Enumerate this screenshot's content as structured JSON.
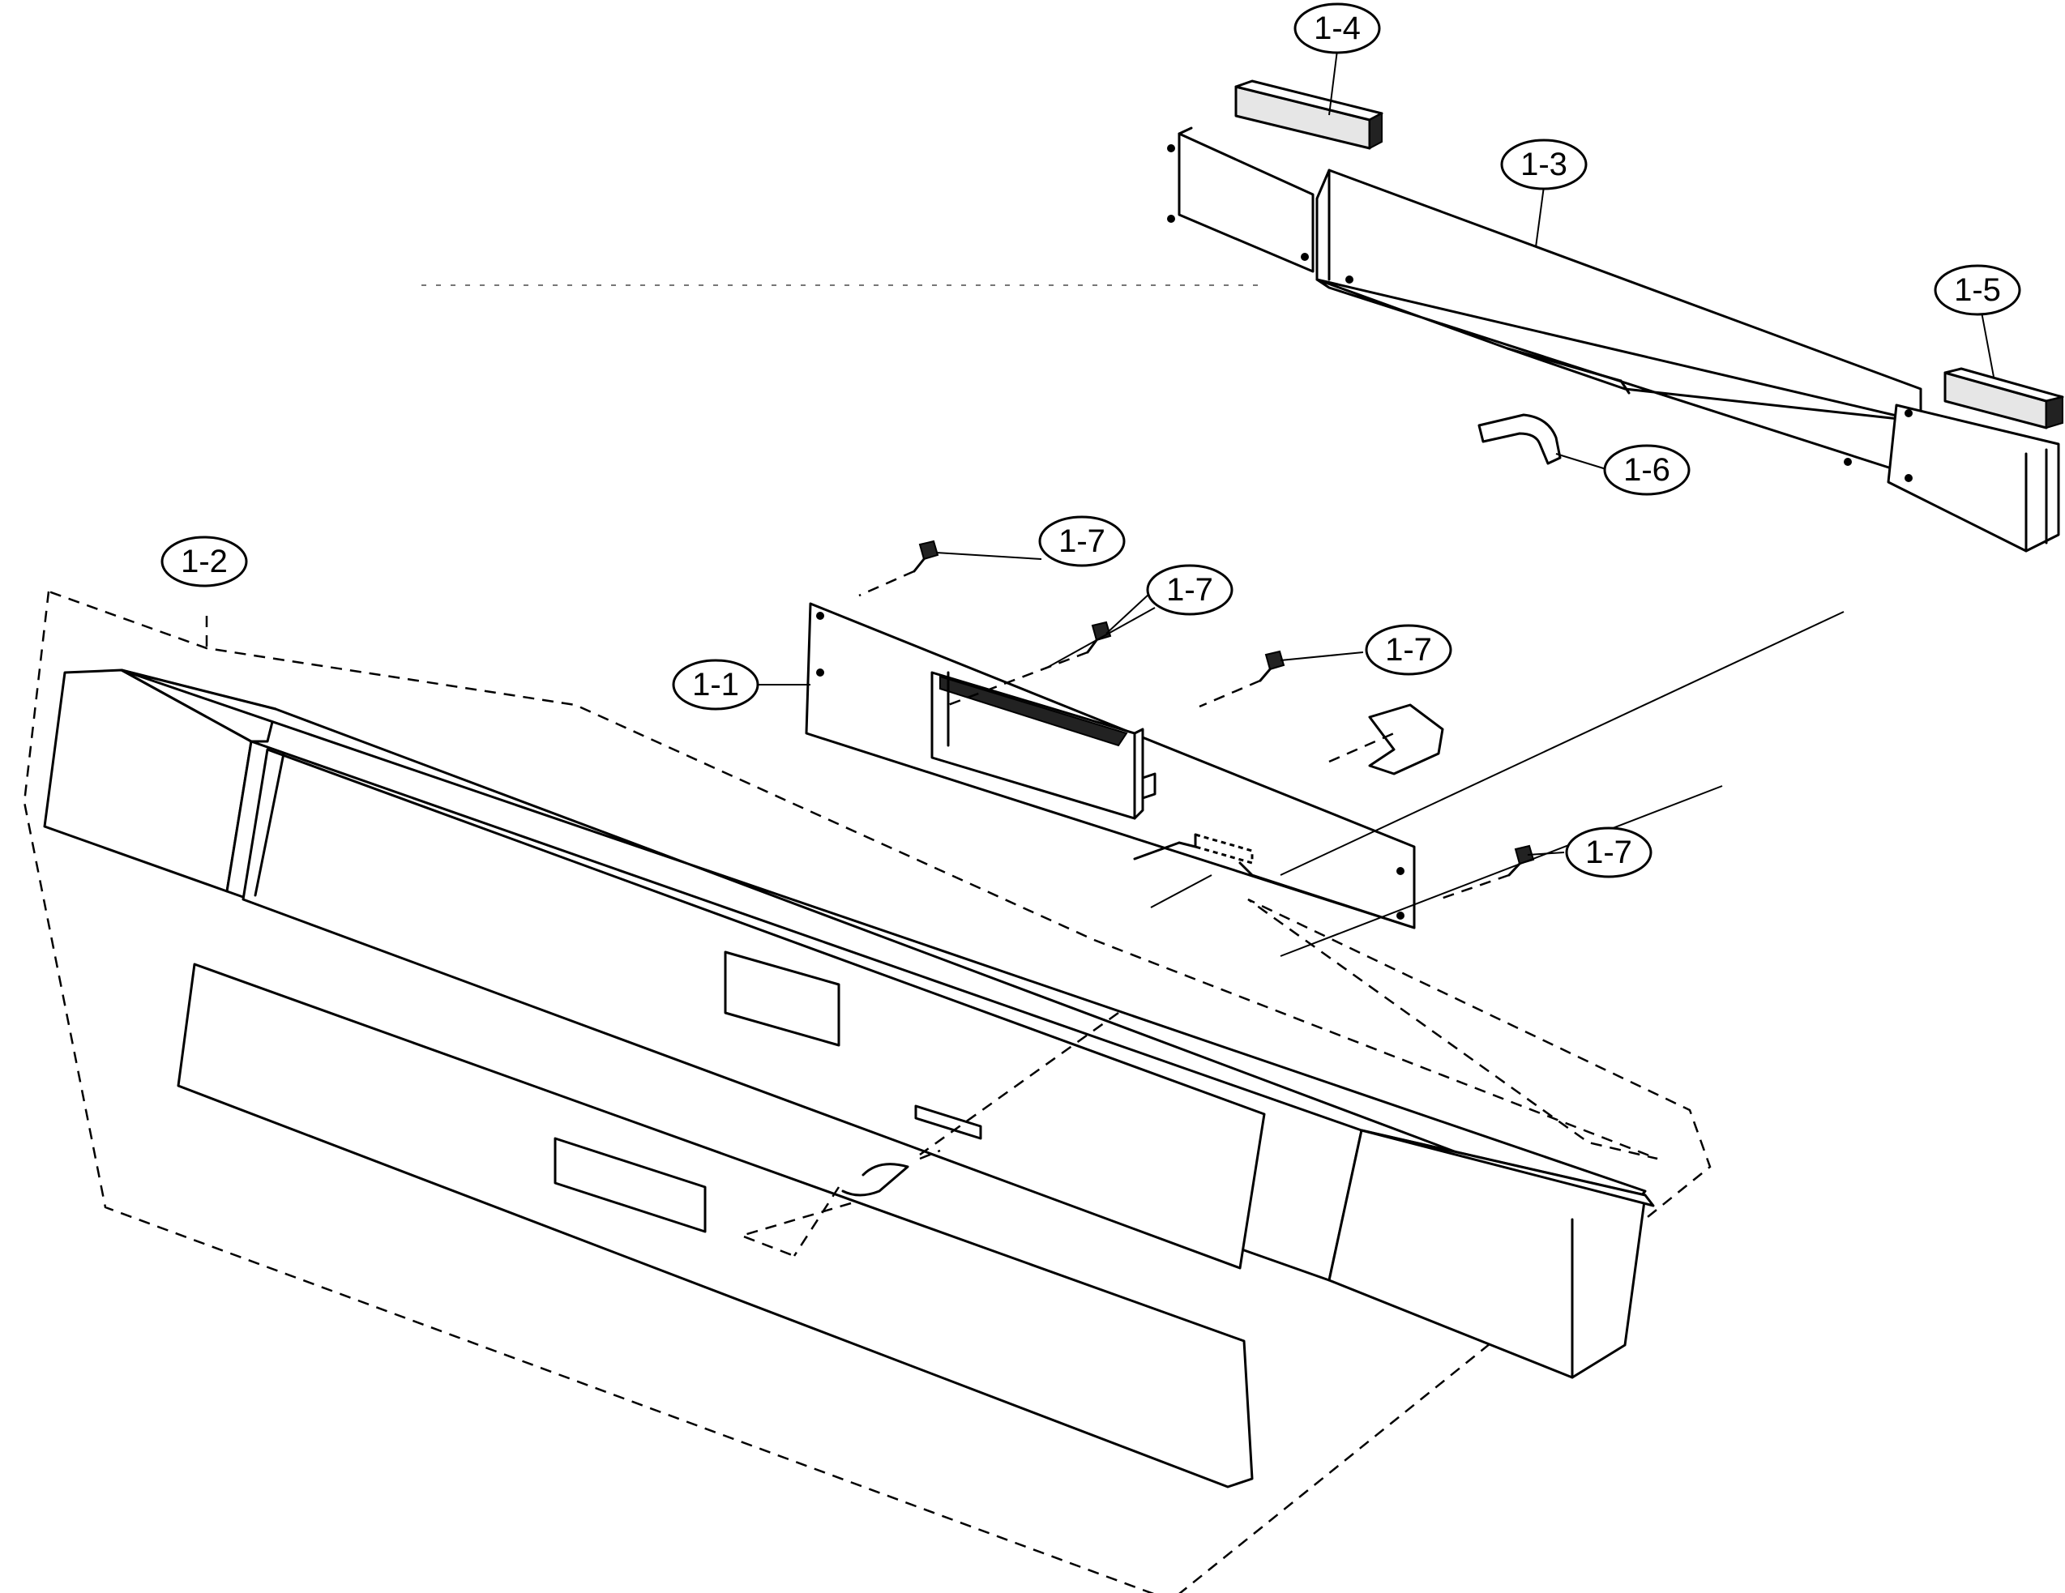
{
  "callouts": [
    {
      "id": "c14",
      "label": "1-4"
    },
    {
      "id": "c13",
      "label": "1-3"
    },
    {
      "id": "c15",
      "label": "1-5"
    },
    {
      "id": "c16",
      "label": "1-6"
    },
    {
      "id": "c17a",
      "label": "1-7"
    },
    {
      "id": "c17b",
      "label": "1-7"
    },
    {
      "id": "c17c",
      "label": "1-7"
    },
    {
      "id": "c17d",
      "label": "1-7"
    },
    {
      "id": "c12",
      "label": "1-2"
    },
    {
      "id": "c11",
      "label": "1-1"
    }
  ]
}
